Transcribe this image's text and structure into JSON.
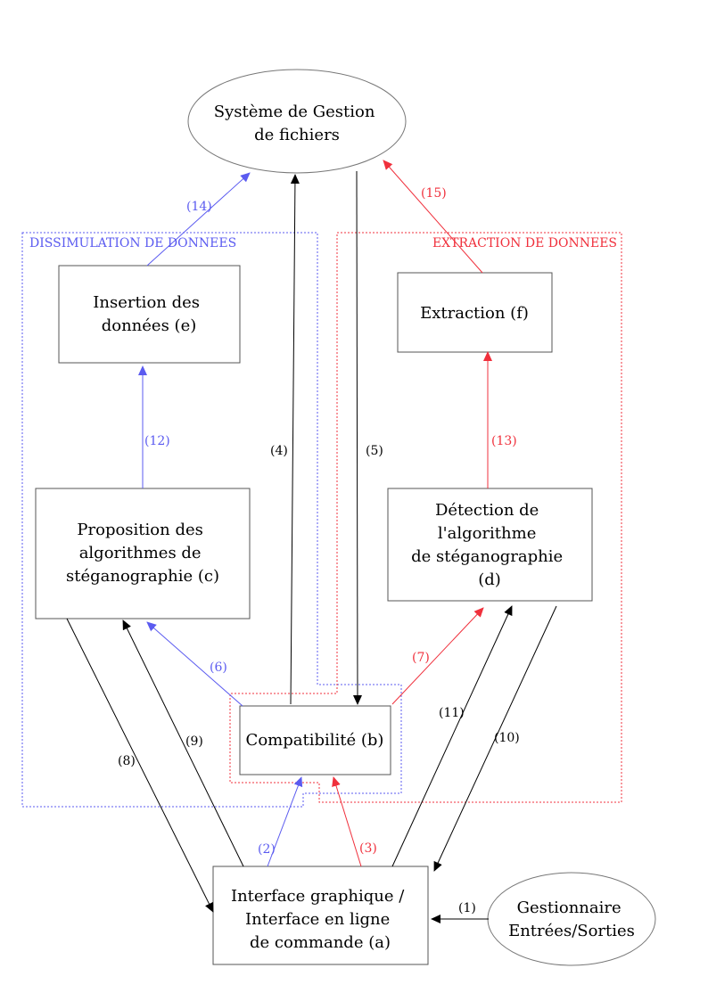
{
  "colors": {
    "black": "#000000",
    "blue": "#5b5bf0",
    "red": "#f0303c",
    "box": "#555555"
  },
  "groups": {
    "dissimulation": "DISSIMULATION DE DONNEES",
    "extraction": "EXTRACTION DE DONNEES"
  },
  "nodes": {
    "sgf": [
      "Système de Gestion",
      "de fichiers"
    ],
    "insertion": [
      "Insertion des",
      "données (e)"
    ],
    "extraction": [
      "Extraction (f)"
    ],
    "proposition": [
      "Proposition des",
      "algorithmes de",
      "stéganographie (c)"
    ],
    "detection": [
      "Détection de",
      "l'algorithme",
      "de stéganographie",
      "(d)"
    ],
    "compat": [
      "Compatibilité (b)"
    ],
    "interface": [
      "Interface graphique /",
      "Interface en ligne",
      "de commande (a)"
    ],
    "gestionnaire": [
      "Gestionnaire",
      "Entrées/Sorties"
    ]
  },
  "edges": {
    "e1": "(1)",
    "e2": "(2)",
    "e3": "(3)",
    "e4": "(4)",
    "e5": "(5)",
    "e6": "(6)",
    "e7": "(7)",
    "e8": "(8)",
    "e9": "(9)",
    "e10": "(10)",
    "e11": "(11)",
    "e12": "(12)",
    "e13": "(13)",
    "e14": "(14)",
    "e15": "(15)"
  }
}
